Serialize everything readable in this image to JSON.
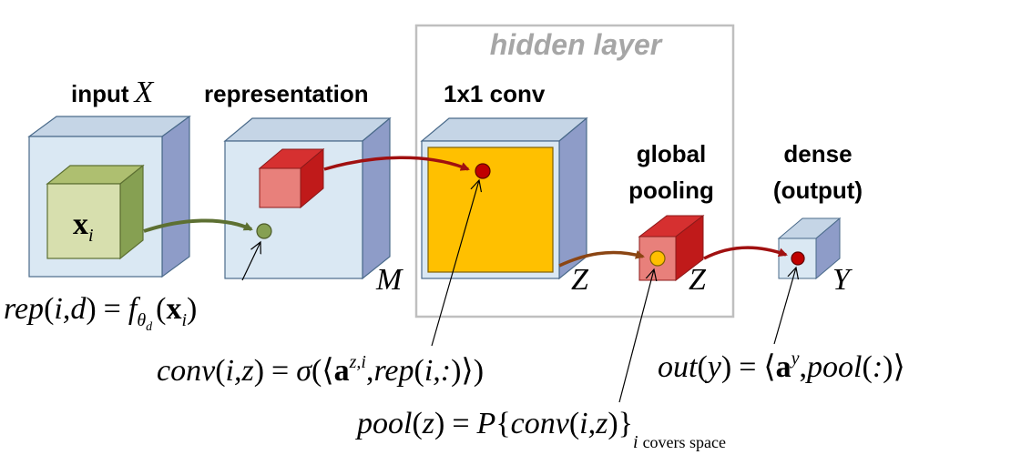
{
  "hidden_layer": {
    "title": "hidden layer"
  },
  "labels": {
    "input": "input",
    "input_var": "X",
    "representation": "representation",
    "conv": "1x1 conv",
    "pooling_line1": "global",
    "pooling_line2": "pooling",
    "dense_line1": "dense",
    "dense_line2": "(output)"
  },
  "dimensions": {
    "rep": "M",
    "conv": "Z",
    "pool": "Z",
    "out": "Y"
  },
  "cube_labels": {
    "xi_main": "x",
    "xi_sub": "i"
  },
  "formulas": {
    "rep": {
      "lhs": "rep",
      "args": "i,d",
      "eq": "=",
      "f": "f",
      "f_sub": "θ",
      "f_subsub": "d",
      "x": "x",
      "x_sub": "i"
    },
    "conv": {
      "lhs": "conv",
      "args": "i,z",
      "eq": "=",
      "sigma": "σ",
      "a": "a",
      "a_sup": "z,i",
      "rep": "rep",
      "rep_args": "i,:"
    },
    "pool": {
      "lhs": "pool",
      "args": "z",
      "eq": "=",
      "P": "P",
      "conv": "conv",
      "conv_args": "i,z",
      "sub_i": "i",
      "sub_note": "covers space"
    },
    "out": {
      "lhs": "out",
      "args": "y",
      "eq": "=",
      "a": "a",
      "a_sup": "y",
      "pool": "pool",
      "pool_args": ":"
    }
  },
  "colors": {
    "box_front": "#dae8f3",
    "box_side": "#8e9cc8",
    "box_edge": "#4a6a8a",
    "green_front": "#d7dfae",
    "green_side": "#86a052",
    "red_front": "#e8807b",
    "red_top": "#d63030",
    "red_side": "#c01a1a",
    "conv_face": "#ffc000",
    "arrow_green": "#5d7032",
    "arrow_red": "#a01010",
    "arrow_brown": "#8b4513",
    "hidden_border": "#bfbfbf",
    "hidden_title": "#a6a6a6"
  }
}
